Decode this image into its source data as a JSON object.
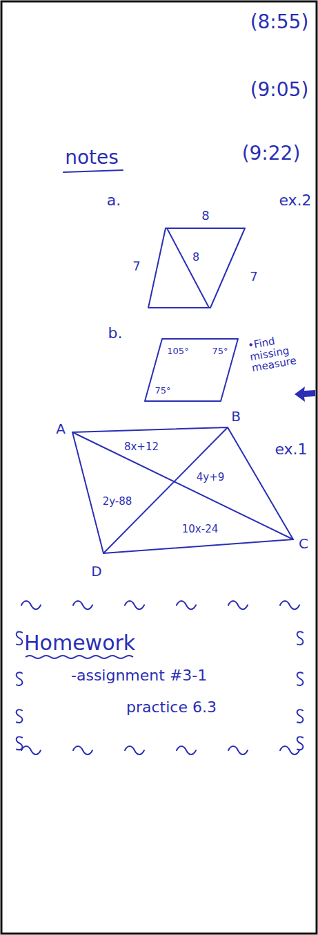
{
  "diagram": {
    "nodes": [
      {
        "text": [
          "Homework",
          "-assignment #3-1",
          "practice 6.3"
        ]
      }
    ],
    "labels": [
      "(8:55)",
      "(9:05)",
      "notes",
      "(9:22)",
      "ex.2",
      "a.",
      "8",
      "7",
      "8",
      "7",
      "b.",
      "105°",
      "75°",
      "•Find missing measure",
      "75°",
      "A",
      "B",
      "ex.1",
      "8x+12",
      "4y+9",
      "2y-88",
      "10x-24",
      "C",
      "D"
    ]
  }
}
